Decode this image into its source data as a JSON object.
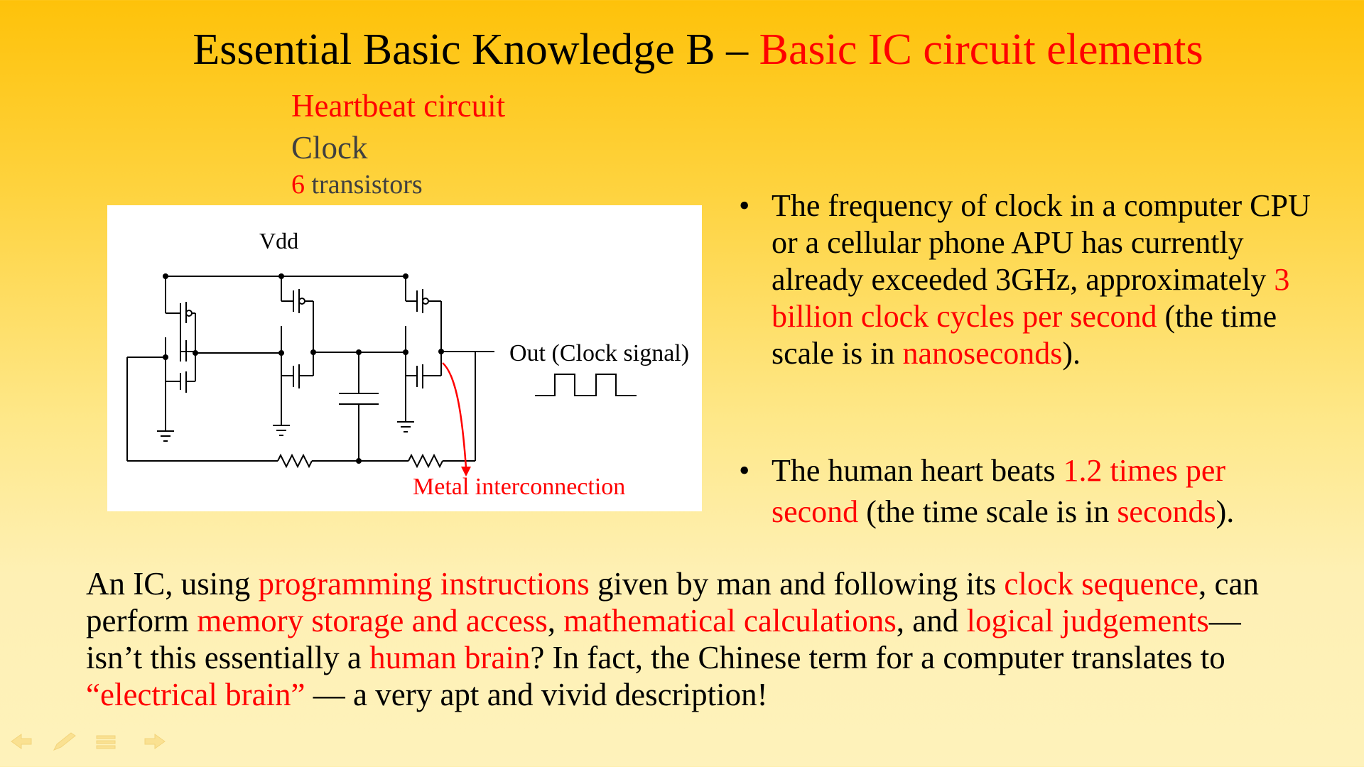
{
  "title": {
    "prefix": "Essential Basic Knowledge B – ",
    "highlight": "Basic IC circuit elements"
  },
  "subtitle": {
    "line1": "Heartbeat circuit",
    "line2": "Clock",
    "line3_num": "6",
    "line3_rest": " transistors"
  },
  "diagram": {
    "vdd_label": "Vdd",
    "out_label": "Out (Clock signal)",
    "metal_label": "Metal interconnection"
  },
  "bullets": [
    {
      "bullet": "•",
      "t1": "The frequency of clock in a computer CPU or a cellular phone APU has currently already exceeded 3GHz, approximately ",
      "r1": "3 billion clock cycles per second",
      "t2": " (the time scale is in ",
      "r2": "nanoseconds",
      "t3": ")."
    },
    {
      "bullet": "•",
      "t1": "The human heart beats ",
      "r1": "1.2 times per second",
      "t2": " (the time scale is in ",
      "r2": "seconds",
      "t3": ")."
    }
  ],
  "paragraph": {
    "p1": "An IC, using ",
    "r1": "programming instructions",
    "p2": " given by man and following its ",
    "r2": "clock sequence",
    "p3": ", can perform ",
    "r3": "memory storage and access",
    "p4": ", ",
    "r4": "mathematical calculations",
    "p5": ", and ",
    "r5": "logical judgements",
    "p6": "—isn’t this essentially a ",
    "r6": "human brain",
    "p7": "? In fact, the Chinese term for a computer translates to ",
    "r7": "“electrical brain”",
    "p8": " — a very apt and vivid description!"
  },
  "nav": [
    "back-arrow-icon",
    "pen-icon",
    "menu-icon",
    "forward-arrow-icon"
  ],
  "colors": {
    "accent": "#ff0000",
    "text": "#000000",
    "muted": "#404040"
  }
}
